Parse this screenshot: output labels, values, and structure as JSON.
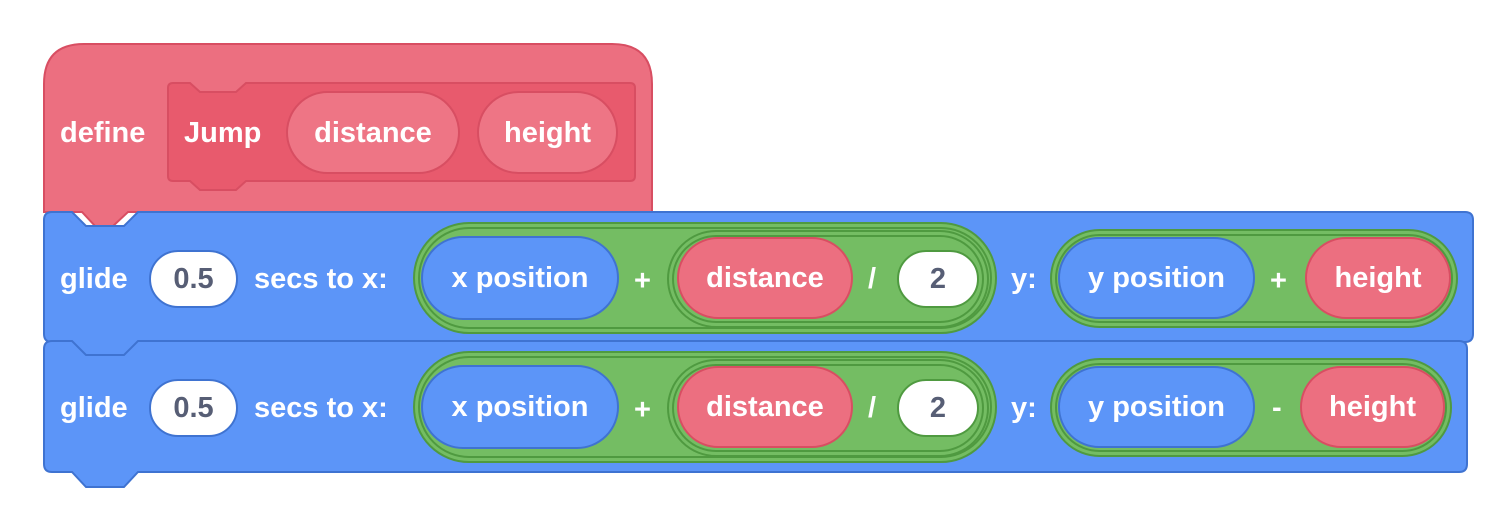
{
  "define_block": {
    "define_label": "define",
    "name": "Jump",
    "params": [
      "distance",
      "height"
    ],
    "color": "#ec6f80"
  },
  "glide_blocks": [
    {
      "label": "glide",
      "secs_value": "0.5",
      "secs_label": "secs to x:",
      "x_expr": {
        "reporter": "x position",
        "plus": "+",
        "param": "distance",
        "divide": "/",
        "divisor": "2"
      },
      "y_label": "y:",
      "y_expr": {
        "reporter": "y position",
        "op": "+",
        "param": "height"
      }
    },
    {
      "label": "glide",
      "secs_value": "0.5",
      "secs_label": "secs to x:",
      "x_expr": {
        "reporter": "x position",
        "plus": "+",
        "param": "distance",
        "divide": "/",
        "divisor": "2"
      },
      "y_label": "y:",
      "y_expr": {
        "reporter": "y position",
        "op": "-",
        "param": "height"
      }
    }
  ],
  "colors": {
    "motion": "#5c95f8",
    "motion_border": "#3f73d1",
    "operator": "#74bd63",
    "operator_border": "#4f9a40",
    "custom": "#ec6f80",
    "custom_border": "#d84e62",
    "custom_dark": "#e85a6d"
  }
}
